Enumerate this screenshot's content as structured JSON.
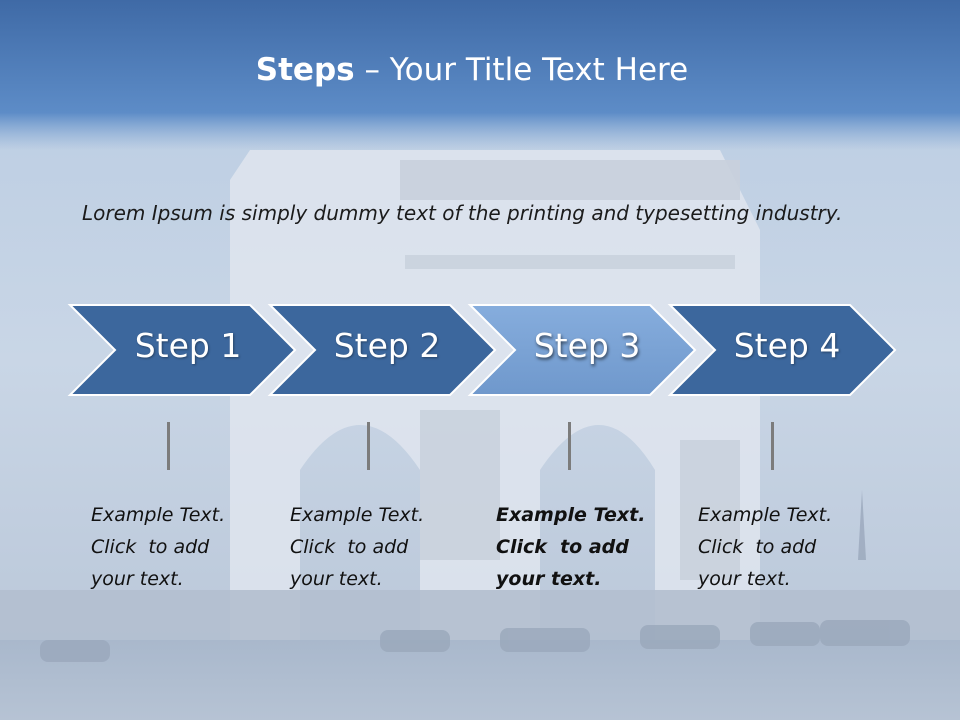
{
  "title": {
    "bold": "Steps",
    "rest": " – Your Title Text Here"
  },
  "intro": "Lorem Ipsum is simply dummy text of the printing and typesetting industry.",
  "steps": [
    {
      "label": "Step 1",
      "lines": [
        "Example Text.",
        "Click  to add",
        "your text."
      ],
      "active": false
    },
    {
      "label": "Step 2",
      "lines": [
        "Example Text.",
        "Click  to add",
        "your text."
      ],
      "active": false
    },
    {
      "label": "Step 3",
      "lines": [
        "Example Text.",
        "Click  to add",
        "your text."
      ],
      "active": true
    },
    {
      "label": "Step 4",
      "lines": [
        "Example Text.",
        "Click  to add",
        "your text."
      ],
      "active": false
    }
  ],
  "colors": {
    "chevron": "#3c679d",
    "chevron_active": "#7ea7d8",
    "header": "#4f7fc0",
    "background": "#c6d4e5"
  }
}
